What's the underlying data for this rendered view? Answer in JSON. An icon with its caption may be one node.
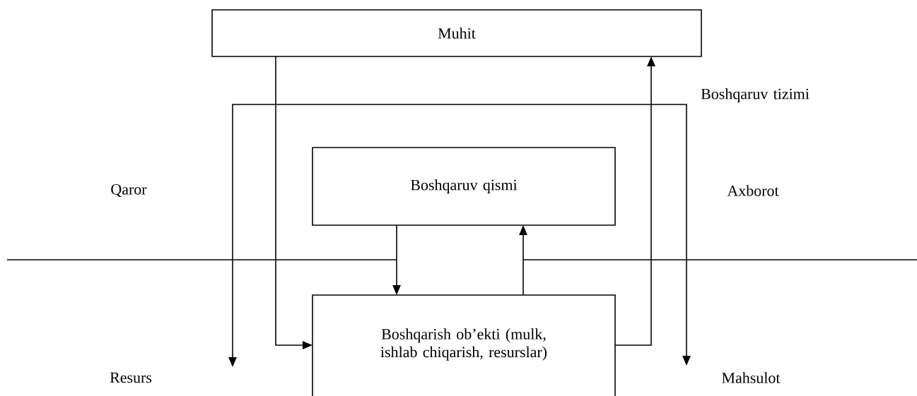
{
  "diagram": {
    "nodes": [
      {
        "text": [
          "Muhit"
        ]
      },
      {
        "text": [
          "Boshqaruv qismi"
        ]
      },
      {
        "text": [
          "Boshqarish ob’ekti (mulk, ishlab chiqarish, resurslar)"
        ]
      }
    ],
    "edges": [
      {
        "from": 0,
        "to": 2,
        "arrow": "to"
      },
      {
        "from": 2,
        "to": 0,
        "arrow": "to"
      },
      {
        "from": 1,
        "to": 2,
        "arrow": "to"
      },
      {
        "from": 2,
        "to": 1,
        "arrow": "to"
      }
    ],
    "labels": [
      "Boshqaruv tizimi",
      "Qaror",
      "Axborot",
      "Resurs",
      "Mahsulot"
    ]
  }
}
